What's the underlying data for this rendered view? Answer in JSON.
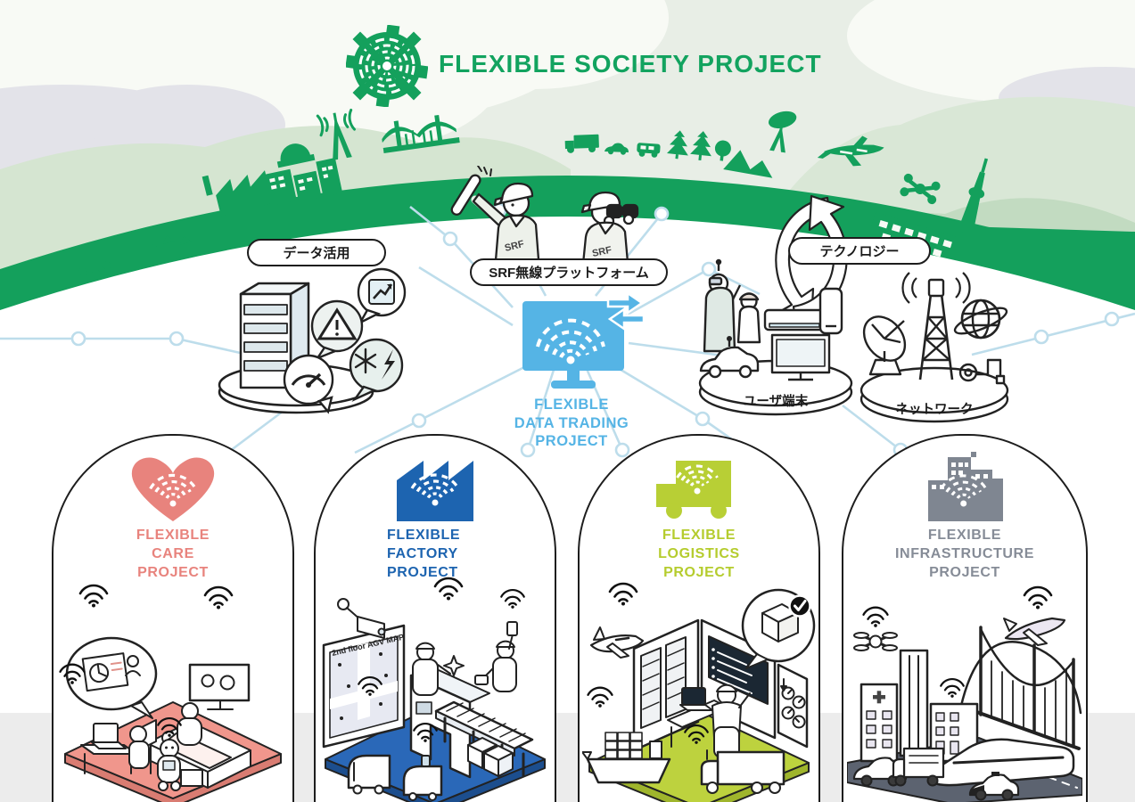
{
  "header": {
    "title": "FLEXIBLE SOCIETY PROJECT"
  },
  "labels": {
    "data_use": "データ活用",
    "srf_platform": "SRF無線プラットフォーム",
    "technology": "テクノロジー",
    "user_terminal": "ユーザ端末",
    "network": "ネットワーク"
  },
  "center": {
    "line1": "FLEXIBLE",
    "line2": "DATA TRADING",
    "line3": "PROJECT"
  },
  "workers": {
    "uniform_text": "SRF"
  },
  "projects": [
    {
      "id": "care",
      "line1": "FLEXIBLE",
      "line2": "CARE",
      "line3": "PROJECT",
      "color": "#e8837d"
    },
    {
      "id": "factory",
      "line1": "FLEXIBLE",
      "line2": "FACTORY",
      "line3": "PROJECT",
      "color": "#1d64b0",
      "board_text": "2nd floor AGV MAP"
    },
    {
      "id": "logistics",
      "line1": "FLEXIBLE",
      "line2": "LOGISTICS",
      "line3": "PROJECT",
      "color": "#b5cc2e"
    },
    {
      "id": "infrastructure",
      "line1": "FLEXIBLE",
      "line2": "INFRASTRUCTURE",
      "line3": "PROJECT",
      "color": "#7f8691"
    }
  ],
  "colors": {
    "brand_green": "#14a05c",
    "sky_green": "#e8eee6",
    "data_trading_blue": "#55b4e5",
    "network_line_blue": "#bdddeb",
    "care_pink": "#e8837d",
    "factory_blue": "#1d64b0",
    "logistics_green": "#b5cc2e",
    "infrastructure_gray": "#7f8691"
  }
}
